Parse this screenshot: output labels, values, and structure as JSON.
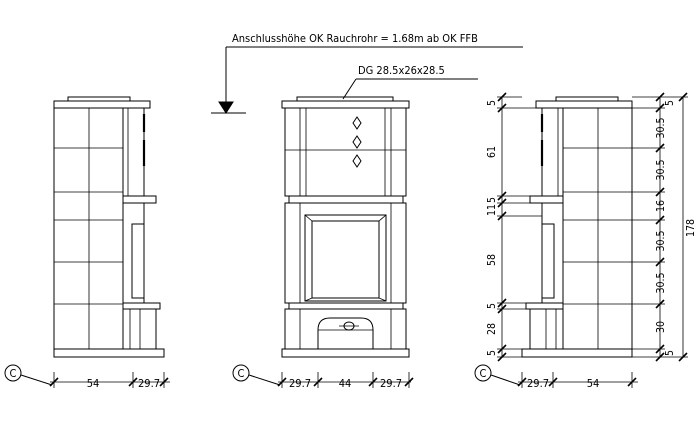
{
  "header": {
    "connection_note": "Anschlusshöhe OK Rauchrohr = 1.68m ab OK FFB",
    "dg_label": "DG 28.5x26x28.5"
  },
  "views": {
    "left": {
      "marker": "C",
      "dims": [
        "54",
        "29.7"
      ]
    },
    "front": {
      "marker": "C",
      "dims": [
        "29.7",
        "44",
        "29.7"
      ]
    },
    "right": {
      "marker": "C",
      "dims": [
        "29.7",
        "54"
      ],
      "inner_vertical_dims": [
        "5",
        "61",
        "5",
        "11",
        "58",
        "5",
        "28",
        "5"
      ],
      "outer_vertical_dims": [
        "5",
        "30.5",
        "30.5",
        "16",
        "30.5",
        "30.5",
        "30",
        "5"
      ],
      "total_height": "178"
    }
  }
}
